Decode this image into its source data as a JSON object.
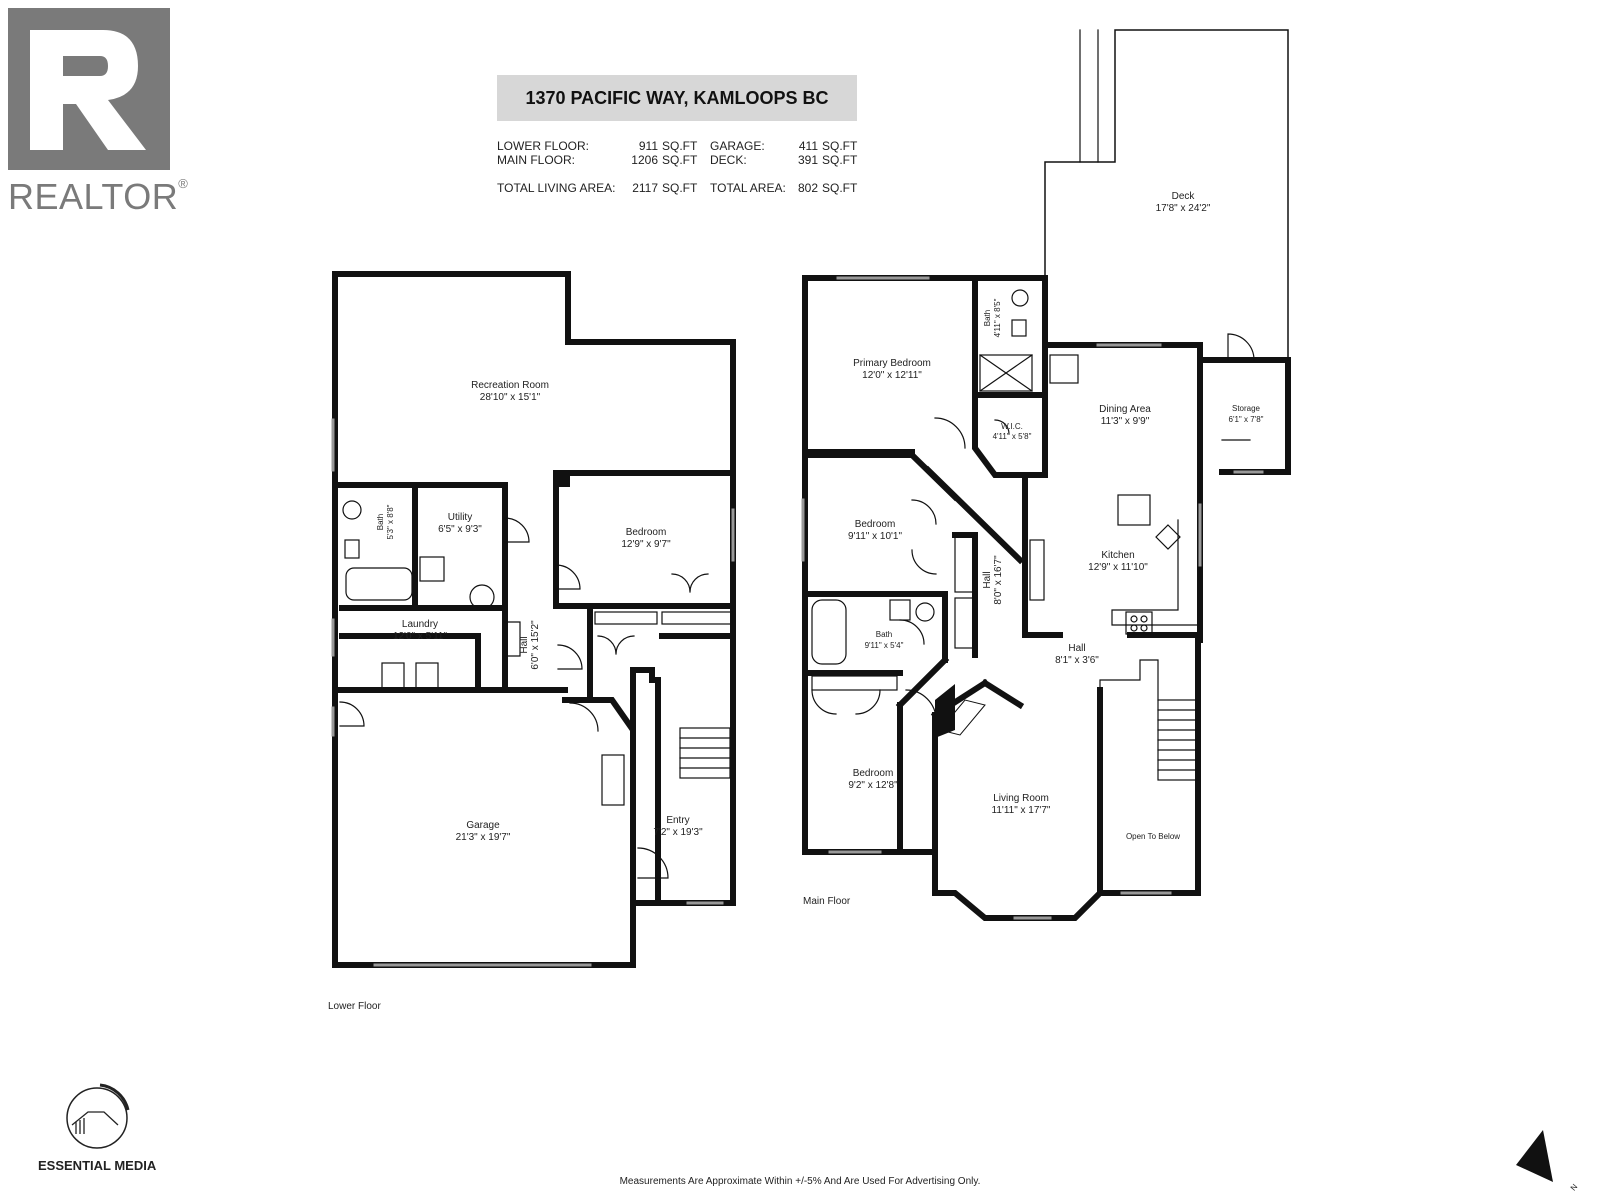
{
  "header": {
    "address": "1370 PACIFIC WAY, KAMLOOPS BC",
    "stats": [
      {
        "label": "LOWER FLOOR:",
        "value": "911",
        "unit": "SQ.FT"
      },
      {
        "label": "MAIN FLOOR:",
        "value": "1206",
        "unit": "SQ.FT"
      },
      {
        "label": "TOTAL LIVING AREA:",
        "value": "2117",
        "unit": "SQ.FT"
      },
      {
        "label": "GARAGE:",
        "value": "411",
        "unit": "SQ.FT"
      },
      {
        "label": "DECK:",
        "value": "391",
        "unit": "SQ.FT"
      },
      {
        "label": "TOTAL AREA:",
        "value": "802",
        "unit": "SQ.FT"
      }
    ]
  },
  "logo": {
    "realtor_word": "REALTOR",
    "realtor_reg": "®",
    "realtor_icon": "realtor-r-icon"
  },
  "lower_floor": {
    "caption": "Lower Floor",
    "rooms": [
      {
        "name": "Recreation Room",
        "dims": "28'10\" x 15'1\""
      },
      {
        "name": "Bath",
        "dims": "5'3\" x 8'8\""
      },
      {
        "name": "Utility",
        "dims": "6'5\" x 9'3\""
      },
      {
        "name": "Bedroom",
        "dims": "12'9\" x 9'7\""
      },
      {
        "name": "Laundry",
        "dims": "12'0\" x 5'11\""
      },
      {
        "name": "Hall",
        "dims": "6'0\" x 15'2\""
      },
      {
        "name": "Garage",
        "dims": "21'3\" x 19'7\""
      },
      {
        "name": "Entry",
        "dims": "7'2\" x 19'3\""
      }
    ]
  },
  "main_floor": {
    "caption": "Main Floor",
    "rooms": [
      {
        "name": "Deck",
        "dims": "17'8\" x 24'2\""
      },
      {
        "name": "Primary Bedroom",
        "dims": "12'0\" x 12'11\""
      },
      {
        "name": "Bath",
        "dims": "4'11\" x 8'5\""
      },
      {
        "name": "W.I.C.",
        "dims": "4'11\" x 5'8\""
      },
      {
        "name": "Dining Area",
        "dims": "11'3\" x 9'9\""
      },
      {
        "name": "Storage",
        "dims": "6'1\" x 7'8\""
      },
      {
        "name": "Bedroom",
        "dims": "9'11\" x 10'1\""
      },
      {
        "name": "Hall",
        "dims": "8'0\" x 16'7\""
      },
      {
        "name": "Kitchen",
        "dims": "12'9\" x 11'10\""
      },
      {
        "name": "Bath",
        "dims": "9'11\" x 5'4\""
      },
      {
        "name": "Hall",
        "dims": "8'1\" x 3'6\""
      },
      {
        "name": "Bedroom",
        "dims": "9'2\" x 12'8\""
      },
      {
        "name": "Living Room",
        "dims": "11'11\" x 17'7\""
      },
      {
        "name": "Open To Below",
        "dims": ""
      }
    ]
  },
  "footer": {
    "brand": "ESSENTIAL MEDIA",
    "disclaimer": "Measurements Are Approximate Within +/-5% And Are Used For Advertising Only.",
    "compass_label": "N"
  }
}
